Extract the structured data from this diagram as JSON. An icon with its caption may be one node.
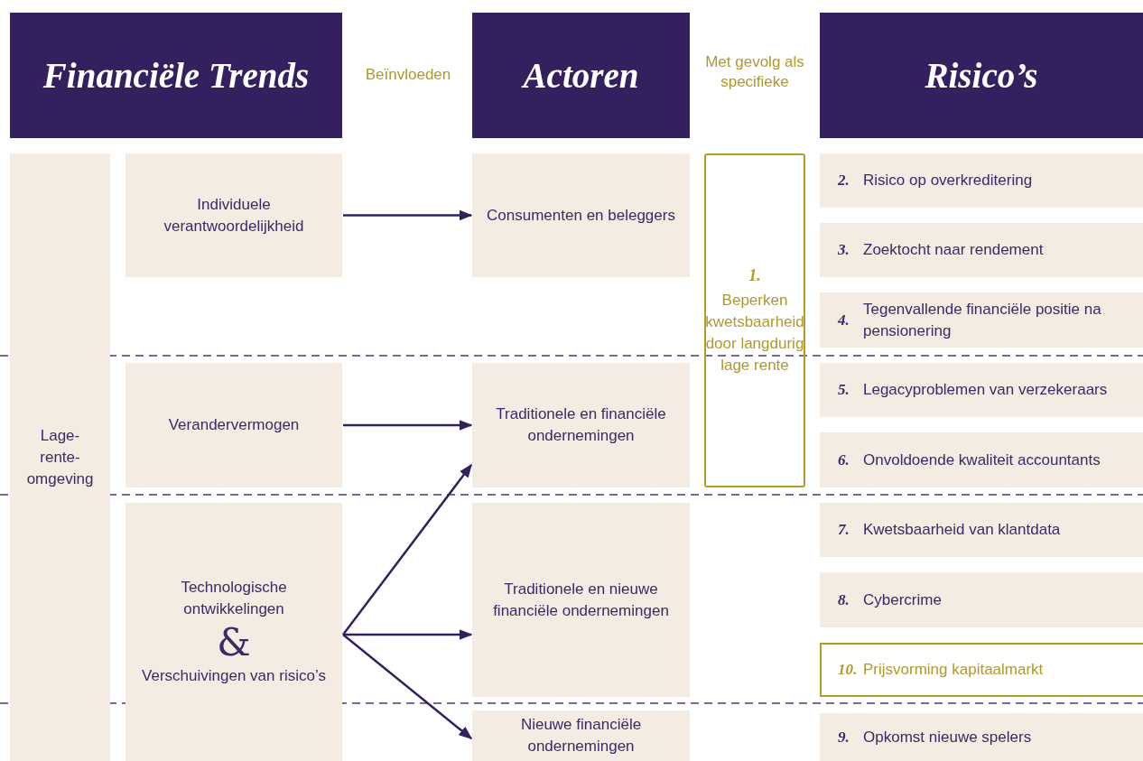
{
  "diagram": {
    "nodes": [
      {
        "text": [
          "Financiële Trends"
        ]
      },
      {
        "text": [
          "Actoren"
        ]
      },
      {
        "text": [
          "Risico’s"
        ]
      },
      {
        "text": [
          "Lage-rente-omgeving"
        ]
      },
      {
        "text": [
          "Individuele verantwoordelijkheid"
        ]
      },
      {
        "text": [
          "Verandervermogen"
        ]
      },
      {
        "text": [
          "Technologische ontwikkelingen",
          "&",
          "Verschuivingen van risico’s"
        ]
      },
      {
        "text": [
          "Consumenten en beleggers"
        ]
      },
      {
        "text": [
          "Traditionele en financiële ondernemingen"
        ]
      },
      {
        "text": [
          "Traditionele en nieuwe financiële ondernemingen"
        ]
      },
      {
        "text": [
          "Nieuwe financiële ondernemingen"
        ]
      },
      {
        "text": [
          "1.",
          "Beperken kwetsbaarheid door langdurig lage rente"
        ]
      },
      {
        "text": [
          "2.",
          "Risico op overkreditering"
        ]
      },
      {
        "text": [
          "3.",
          "Zoektocht naar rendement"
        ]
      },
      {
        "text": [
          "4.",
          "Tegenvallende financiële positie na pensionering"
        ]
      },
      {
        "text": [
          "5.",
          "Legacyproblemen van verzekeraars"
        ]
      },
      {
        "text": [
          "6.",
          "Onvoldoende kwaliteit accountants"
        ]
      },
      {
        "text": [
          "7.",
          "Kwetsbaarheid van klantdata"
        ]
      },
      {
        "text": [
          "8.",
          "Cybercrime"
        ]
      },
      {
        "text": [
          "10.",
          "Prijsvorming kapitaalmarkt"
        ]
      },
      {
        "text": [
          "9.",
          "Opkomst nieuwe spelers"
        ]
      }
    ],
    "edges": [
      {
        "from": 4,
        "to": 7,
        "arrow": "to"
      },
      {
        "from": 5,
        "to": 8,
        "arrow": "to"
      },
      {
        "from": 6,
        "to": 8,
        "arrow": "to"
      },
      {
        "from": 6,
        "to": 9,
        "arrow": "to"
      },
      {
        "from": 6,
        "to": 10,
        "arrow": "to"
      }
    ],
    "labels": [
      "Beïnvloeden",
      "Met gevolg als specifieke"
    ]
  }
}
